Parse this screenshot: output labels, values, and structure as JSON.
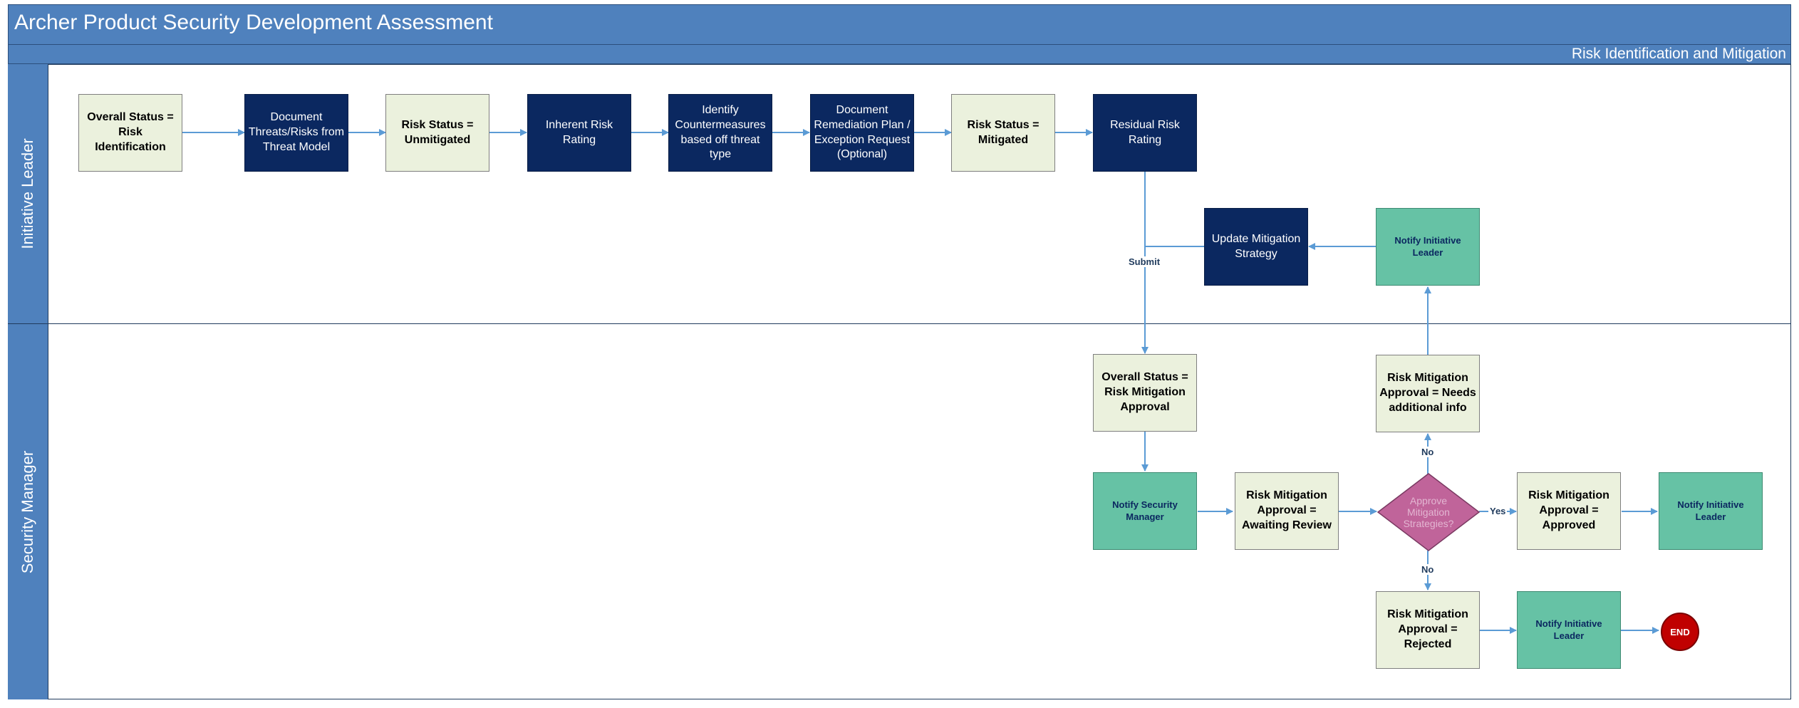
{
  "header": {
    "title": "Archer Product Security Development Assessment",
    "subtitle": "Risk Identification and Mitigation"
  },
  "lanes": {
    "initiative_leader": "Initiative Leader",
    "security_manager": "Security Manager"
  },
  "nodes": {
    "overall_status_risk_identification": "Overall Status = Risk Identification",
    "document_threats": "Document Threats/Risks from Threat Model",
    "risk_status_unmitigated": "Risk Status = Unmitigated",
    "inherent_risk_rating": "Inherent Risk Rating",
    "identify_countermeasures": "Identify Countermeasures based off threat type",
    "document_remediation_plan": "Document Remediation Plan / Exception Request (Optional)",
    "risk_status_mitigated": "Risk Status = Mitigated",
    "residual_risk_rating": "Residual Risk Rating",
    "update_mitigation_strategy": "Update Mitigation Strategy",
    "notify_initiative_leader_top": "Notify Initiative Leader",
    "overall_status_risk_mitigation_approval": "Overall Status = Risk Mitigation Approval",
    "risk_mitigation_needs_info": "Risk Mitigation Approval = Needs additional info",
    "notify_security_manager": "Notify Security Manager",
    "risk_mitigation_awaiting_review": "Risk Mitigation Approval = Awaiting Review",
    "approve_mitigation_strategies": "Approve Mitigation Strategies?",
    "risk_mitigation_approved": "Risk Mitigation Approval = Approved",
    "notify_initiative_leader_approved": "Notify Initiative Leader",
    "risk_mitigation_rejected": "Risk Mitigation Approval = Rejected",
    "notify_initiative_leader_rejected": "Notify Initiative Leader",
    "end": "END"
  },
  "edge_labels": {
    "submit": "Submit",
    "no_up": "No",
    "yes": "Yes",
    "no_down": "No"
  },
  "colors": {
    "header": "#4f81bd",
    "task": "#0b2860",
    "status": "#ebf1dd",
    "notify": "#66c2a5",
    "decision": "#c0649a",
    "end": "#c00000",
    "connector": "#5b9bd5"
  }
}
